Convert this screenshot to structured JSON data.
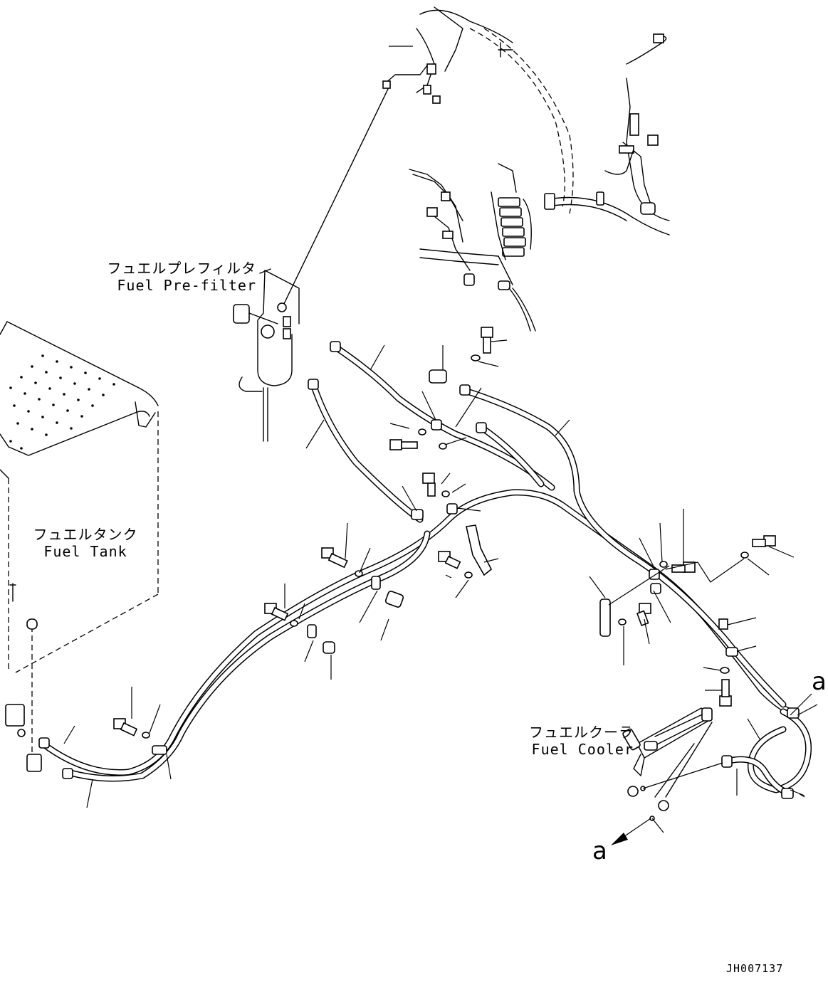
{
  "labels": {
    "prefilter_jp": "フュエルプレフィルタ",
    "prefilter_en": "Fuel Pre-filter",
    "tank_jp": "フュエルタンク",
    "tank_en": "Fuel Tank",
    "cooler_jp": "フュエルクーラ",
    "cooler_en": "Fuel Cooler",
    "view_mark_top": "a",
    "view_mark_bottom": "a",
    "drawing_code": "JH007137"
  },
  "icons": {
    "arrow": "arrow-down-left-icon"
  }
}
